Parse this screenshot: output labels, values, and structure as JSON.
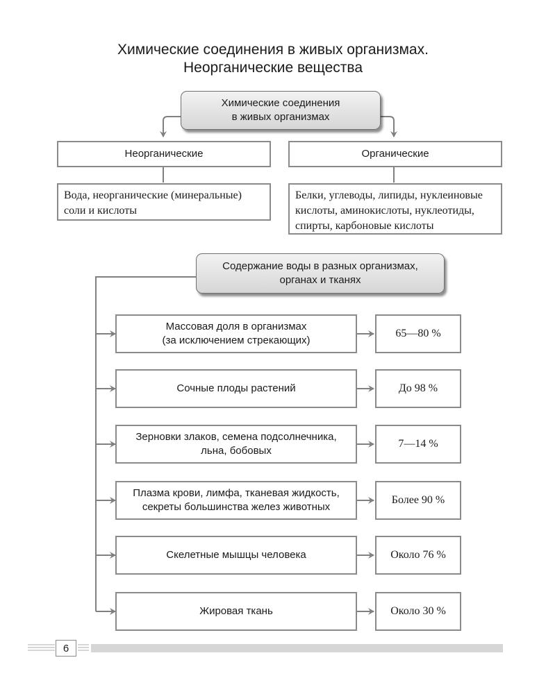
{
  "title": {
    "line1": "Химические соединения в живых организмах.",
    "line2": "Неорганические вещества"
  },
  "top_diagram": {
    "root": {
      "line1": "Химические соединения",
      "line2": "в живых организмах"
    },
    "inorganic": {
      "label": "Неорганические",
      "detail_line1": "Вода, неорганические (минеральные)",
      "detail_line2": "соли и кислоты"
    },
    "organic": {
      "label": "Органические",
      "detail_line1": "Белки, углеводы, липиды, нуклеиновые",
      "detail_line2": "кислоты, аминокислоты, нуклеотиды,",
      "detail_line3": "спирты, карбоновые кислоты"
    }
  },
  "water_diagram": {
    "root": {
      "line1": "Содержание воды в разных организмах,",
      "line2": "органах и тканях"
    },
    "rows": [
      {
        "line1": "Массовая доля в организмах",
        "line2": "(за исключением стрекающих)",
        "value": "65—80 %"
      },
      {
        "line1": "Сочные плоды растений",
        "line2": "",
        "value": "До 98 %"
      },
      {
        "line1": "Зерновки злаков, семена подсолнечника,",
        "line2": "льна, бобовых",
        "value": "7—14 %"
      },
      {
        "line1": "Плазма крови, лимфа, тканевая жидкость,",
        "line2": "секреты большинства желез животных",
        "value": "Более 90 %"
      },
      {
        "line1": "Скелетные мышцы человека",
        "line2": "",
        "value": "Около 76 %"
      },
      {
        "line1": "Жировая ткань",
        "line2": "",
        "value": "Около 30 %"
      }
    ]
  },
  "footer": {
    "page_number": "6"
  },
  "colors": {
    "line": "#8a8a8a",
    "box_fill_top": "#f2f2f2",
    "box_fill_bottom": "#d6d6d6",
    "footer_bar": "#d6d6d6"
  }
}
